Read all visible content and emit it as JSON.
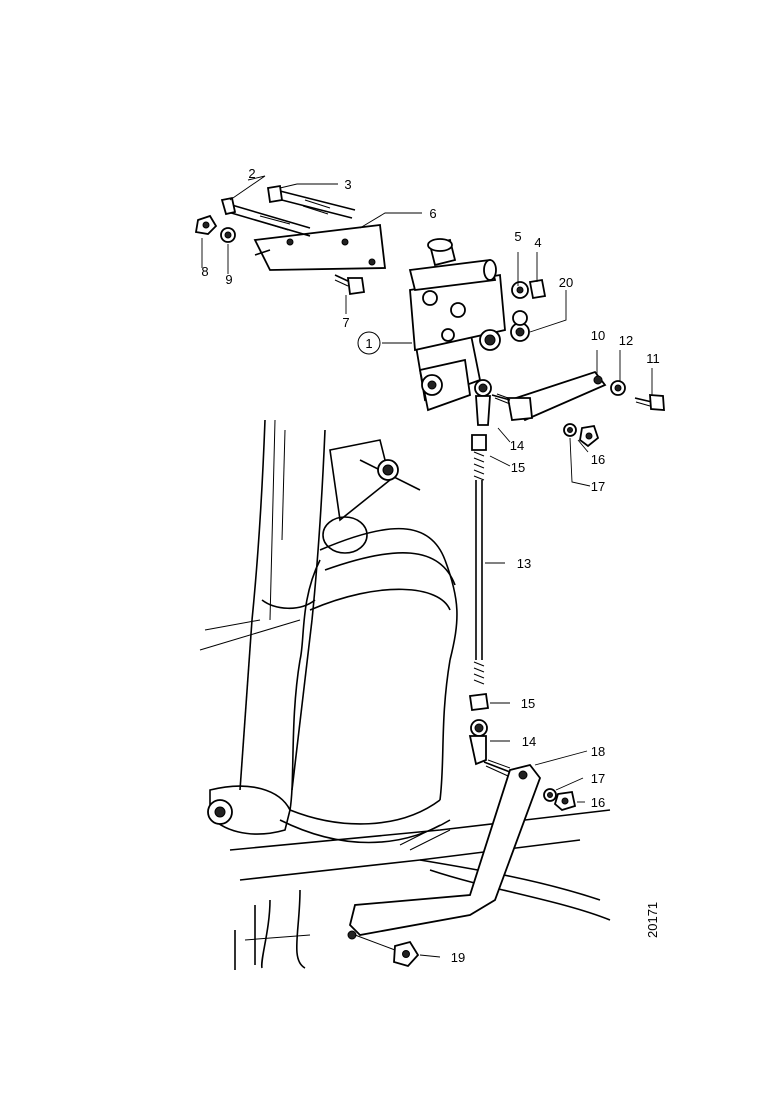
{
  "diagram": {
    "callouts": {
      "c1": "1",
      "c2": "2",
      "c3": "3",
      "c4": "4",
      "c5": "5",
      "c6": "6",
      "c7": "7",
      "c8": "8",
      "c9": "9",
      "c10": "10",
      "c11": "11",
      "c12": "12",
      "c13": "13",
      "c14a": "14",
      "c14b": "14",
      "c15a": "15",
      "c15b": "15",
      "c16a": "16",
      "c16b": "16",
      "c17a": "17",
      "c17b": "17",
      "c18": "18",
      "c19": "19",
      "c20": "20"
    },
    "figure_number": "20171"
  }
}
